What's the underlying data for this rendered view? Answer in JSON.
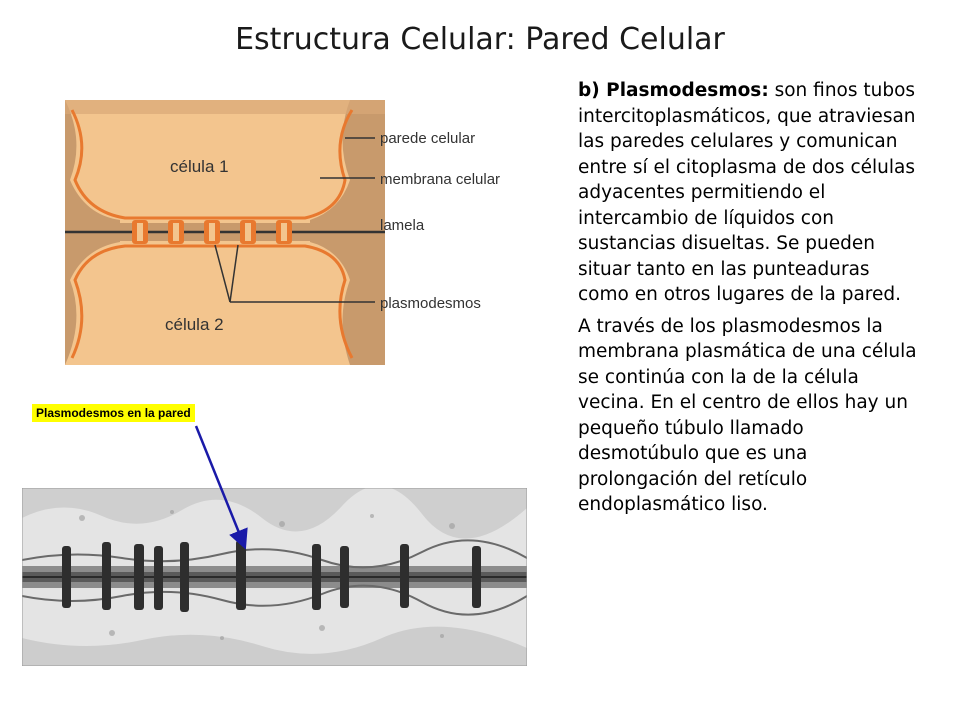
{
  "slide": {
    "title": "Estructura Celular: Pared Celular"
  },
  "diagram": {
    "labels": {
      "cell1": "célula 1",
      "cell2": "célula 2",
      "cell_wall": "parede celular",
      "cell_membrane": "membrana celular",
      "lamella": "lamela",
      "plasmodesmata": "plasmodesmos"
    }
  },
  "micrograph": {
    "caption": "Plasmodesmos en la pared"
  },
  "body": {
    "p1_heading": "b) Plasmodesmos:",
    "p1_text": " son finos tubos intercitoplasmáticos, que atraviesan las paredes celulares y comunican entre sí el citoplasma de dos células adyacentes permitiendo el intercambio de líquidos con sustancias disueltas. Se pueden situar tanto en las punteaduras como en otros lugares de la pared.",
    "p2_text": "A través de los plasmodesmos la membrana plasmática de una célula se continúa con la de la célula vecina. En el centro de ellos hay un pequeño túbulo llamado desmotúbulo que es una prolongación del retículo endoplasmático liso."
  },
  "colors": {
    "cytoplasm": "#f3c58e",
    "wall": "#c89a6c",
    "membrane": "#e8792f",
    "label_highlight": "#ffff00",
    "arrow": "#1a1aa8"
  }
}
